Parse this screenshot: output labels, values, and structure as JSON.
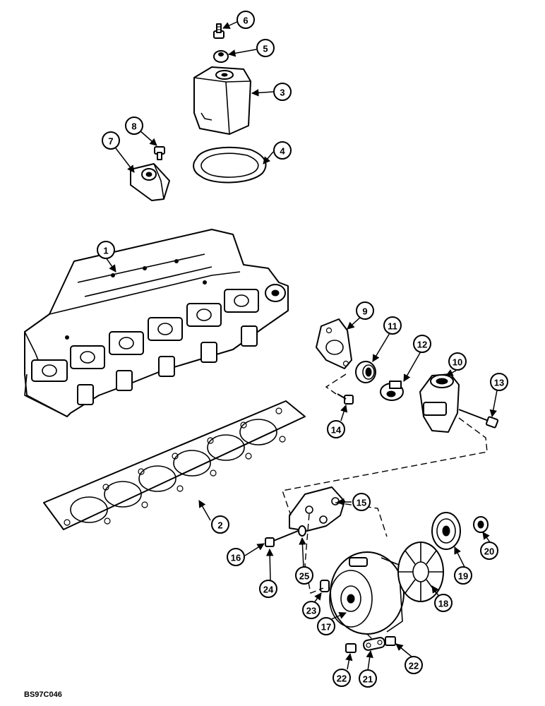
{
  "figure_code": "BS97C046",
  "callouts": [
    {
      "label": "1"
    },
    {
      "label": "2"
    },
    {
      "label": "3"
    },
    {
      "label": "4"
    },
    {
      "label": "5"
    },
    {
      "label": "6"
    },
    {
      "label": "7"
    },
    {
      "label": "8"
    },
    {
      "label": "9"
    },
    {
      "label": "10"
    },
    {
      "label": "11"
    },
    {
      "label": "12"
    },
    {
      "label": "13"
    },
    {
      "label": "14"
    },
    {
      "label": "15"
    },
    {
      "label": "16"
    },
    {
      "label": "17"
    },
    {
      "label": "18"
    },
    {
      "label": "19"
    },
    {
      "label": "20"
    },
    {
      "label": "21"
    },
    {
      "label": "22"
    },
    {
      "label": "22"
    },
    {
      "label": "23"
    },
    {
      "label": "24"
    },
    {
      "label": "25"
    }
  ]
}
